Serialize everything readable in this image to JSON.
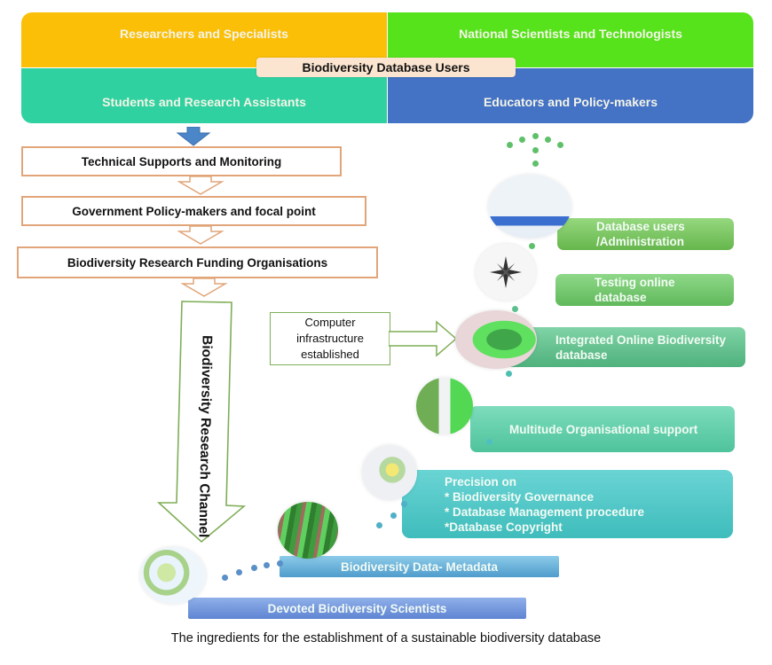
{
  "users": {
    "title": "Biodiversity Database Users",
    "groups": [
      {
        "label": "Researchers and Specialists",
        "color": "#fbbf08"
      },
      {
        "label": "National Scientists and Technologists",
        "color": "#57e31b"
      },
      {
        "label": "Students and Research Assistants",
        "color": "#30d1a0"
      },
      {
        "label": "Educators and Policy-makers",
        "color": "#4472c4"
      }
    ]
  },
  "flow": {
    "steps": [
      "Technical Supports and Monitoring",
      "Government Policy-makers and focal point",
      "Biodiversity Research Funding Organisations"
    ],
    "channel_label": "Biodiversity Research Channel"
  },
  "callout": {
    "label": "Computer infrastructure established"
  },
  "stages": [
    {
      "label": "Devoted Biodiversity Scientists",
      "color": "#6b90d8",
      "image": "world-map"
    },
    {
      "label": "Biodiversity Data- Metadata",
      "color": "#5fb0da",
      "image": "vegetation-map"
    },
    {
      "label_lines": [
        "Precision on",
        "* Biodiversity Governance",
        "* Database Management procedure",
        "*Database Copyright"
      ],
      "color": "#4fc7c8",
      "image": "regional-map"
    },
    {
      "label": "Multitude Organisational support",
      "color": "#5ccfa8",
      "image": "map-collage"
    },
    {
      "label": "Integrated Online Biodiversity database",
      "color": "#5ec08e",
      "image": "forest-cover-map"
    },
    {
      "label": "Testing online database",
      "color": "#6fc66a",
      "image": "compass-rose"
    },
    {
      "label": "Database users /Administration",
      "color": "#79c160",
      "image": "delta-map"
    }
  ],
  "caption": "The ingredients for the establishment of a sustainable biodiversity database"
}
